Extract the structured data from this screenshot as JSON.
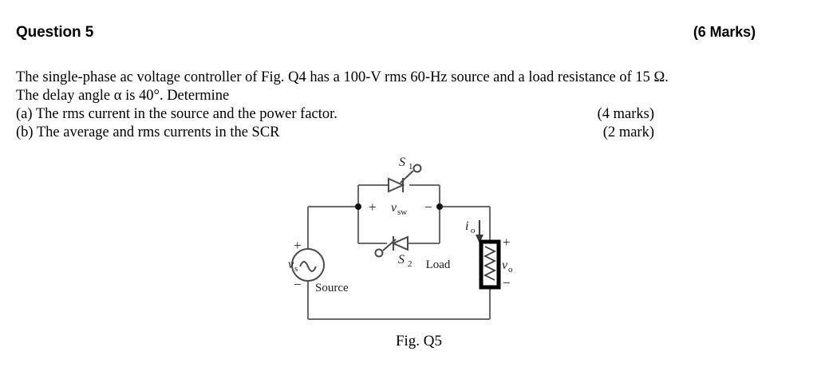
{
  "header": {
    "title": "Question 5",
    "marks": "(6 Marks)"
  },
  "question": {
    "line1": "The single-phase ac voltage controller of Fig. Q4 has a 100-V rms 60-Hz source and a load resistance of 15 Ω.",
    "line2": "The delay angle α is 40°. Determine",
    "items": [
      {
        "text": "(a) The rms current in the source and the power factor.",
        "marks": "(4 marks)"
      },
      {
        "text": "(b) The average and rms currents in the SCR",
        "marks": "(2 mark)"
      }
    ]
  },
  "figure": {
    "caption": "Fig. Q5",
    "labels": {
      "scr_top": "S",
      "scr_top_sub": "1",
      "scr_bottom": "S",
      "scr_bottom_sub": "2",
      "switch_voltage": "v",
      "switch_voltage_sub": "sw",
      "switch_plus": "+",
      "switch_minus": "−",
      "source_voltage": "v",
      "source_voltage_sub": "s",
      "source_label": "Source",
      "source_plus": "+",
      "source_minus": "−",
      "load_label": "Load",
      "output_current": "i",
      "output_current_sub": "o",
      "output_voltage": "v",
      "output_voltage_sub": "o",
      "load_plus": "+",
      "load_minus": "−"
    }
  },
  "colors": {
    "page_background": "#ffffff",
    "text": "#000000",
    "wire": "#6b6b6b",
    "component_outline": "#4a4a4a",
    "node_dot": "#111111",
    "load_box": "#000000"
  }
}
